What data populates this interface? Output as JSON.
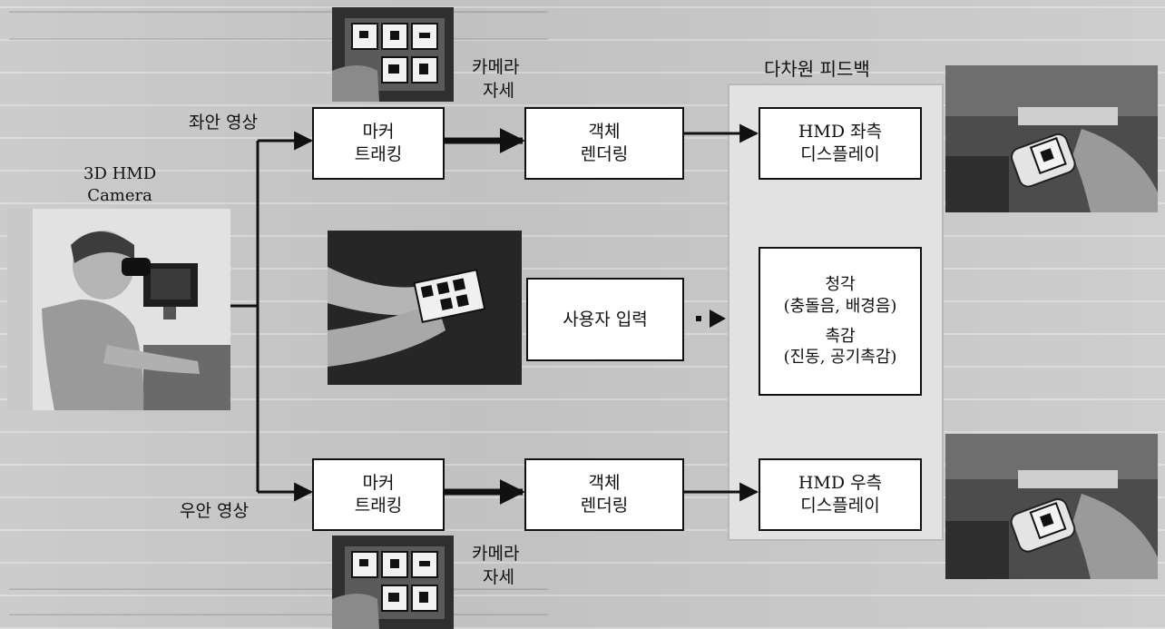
{
  "labels": {
    "multi_feedback": "다차원 피드백",
    "left_image": "좌안 영상",
    "right_image": "우안 영상",
    "camera_pose_top": [
      "카메라",
      "자세"
    ],
    "camera_pose_bottom": [
      "카메라",
      "자세"
    ],
    "camera_name": [
      "3D HMD",
      "Camera"
    ]
  },
  "boxes": {
    "marker_top": [
      "마커",
      "트래킹"
    ],
    "render_top": [
      "객체",
      "렌더링"
    ],
    "hmd_left": [
      "HMD 좌측",
      "디스플레이"
    ],
    "user_input": [
      "사용자 입력"
    ],
    "feedback": [
      "청각",
      "(충돌음, 배경음)",
      "",
      "촉감",
      "(진동, 공기촉감)"
    ],
    "marker_bottom": [
      "마커",
      "트래킹"
    ],
    "render_bottom": [
      "객체",
      "렌더링"
    ],
    "hmd_right": [
      "HMD 우측",
      "디스플레이"
    ]
  },
  "colors": {
    "background": "#cfcfcf",
    "panel": "#e2e2e2",
    "box_fill": "#ffffff",
    "stroke": "#111111"
  }
}
